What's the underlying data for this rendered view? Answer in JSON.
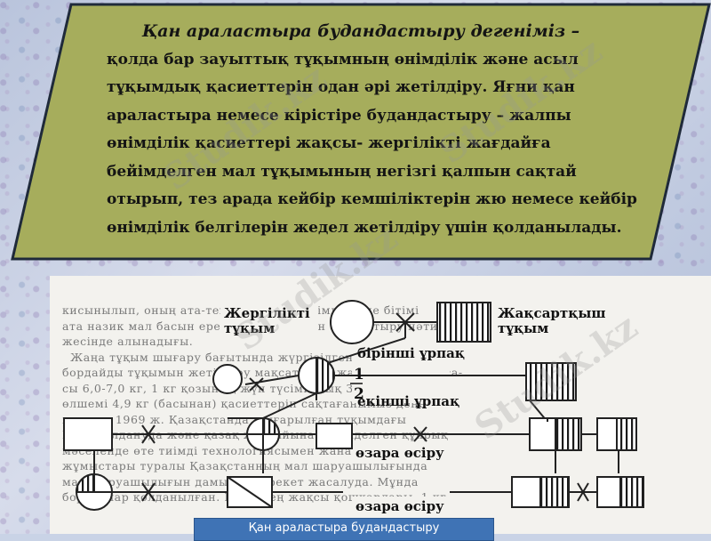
{
  "definition": {
    "lead": "Қан араластыра будандастыру дегеніміз –",
    "lines": [
      "қолда бар зауыттық тұқымның өнімділік және асыл",
      "тұқымдық қасиеттерін одан әрі жетілдіру. Яғни қан",
      "араластыра немесе  кірістіре будандастыру – жалпы",
      "өнімділік қасиеттері жақсы- жергілікті жағдайға",
      "бейімделген мал тұқымының негізгі қалпын сақтай",
      "отырып, тез арада кейбір кемшіліктерін жю немесе кейбір",
      "өнімділік белгілерін жедел жетілдіру үшін қолданылады."
    ]
  },
  "diagram": {
    "local_breed": [
      "Жергілікті",
      "тұқым"
    ],
    "improving_breed": [
      "Жақсартқыш",
      "тұқым"
    ],
    "first_generation": "бірінші ұрпақ",
    "fraction_num": "1",
    "fraction_den": "2",
    "second_generation": "екінші ұрпақ",
    "intercross_1": "өзара өсіру",
    "intercross_2": "өзара өсіру"
  },
  "background_text": [
    "кисынылып, оның ата-тегінен жақсы өнімді, дене бітімі",
    "ата назик мал басын ерекше іріктеп, қан араластыру нәти-",
    "жесінде алынадығы.",
    "  Жаңа тұқым шығару бағытында жүргізілген жұмыс үшін",
    "бордайды тұқымын жетілдіру мақсатымен жақсартқыш масса-",
    "сы 6,0-7,0 кг, 1 кг қозының жүн түсімі азық 3,8-3,9 азық",
    "өлшемі 4,9 кг (басынан) қасиеттерін сақтағанымыз дене",
    "мәселе: 1969 ж. Қазақстанда шығарылған тұқымдағы",
    "Б. Д. қолдануда және қазақ жағдайына бейімделген құйрық",
    "мәселенде өте тиімді технологиясымен жанастырылады",
    "жұмыстары туралы Қазақстанның мал шаруашылығында",
    "мал шаруашылығын дамыту іс-әрекет жасалуда. Мұнда",
    "бордайлар қолданылған. Мұнда ең жақсы қошқарлары, 1 кг"
  ],
  "watermark": "Studik.kz",
  "caption": "Қан араластыра будандастыру",
  "colors": {
    "panel_fill": "#a6ad5c",
    "panel_border": "#1f2a3a",
    "caption_bg": "#3f73b5",
    "diagram_line": "#222222"
  }
}
